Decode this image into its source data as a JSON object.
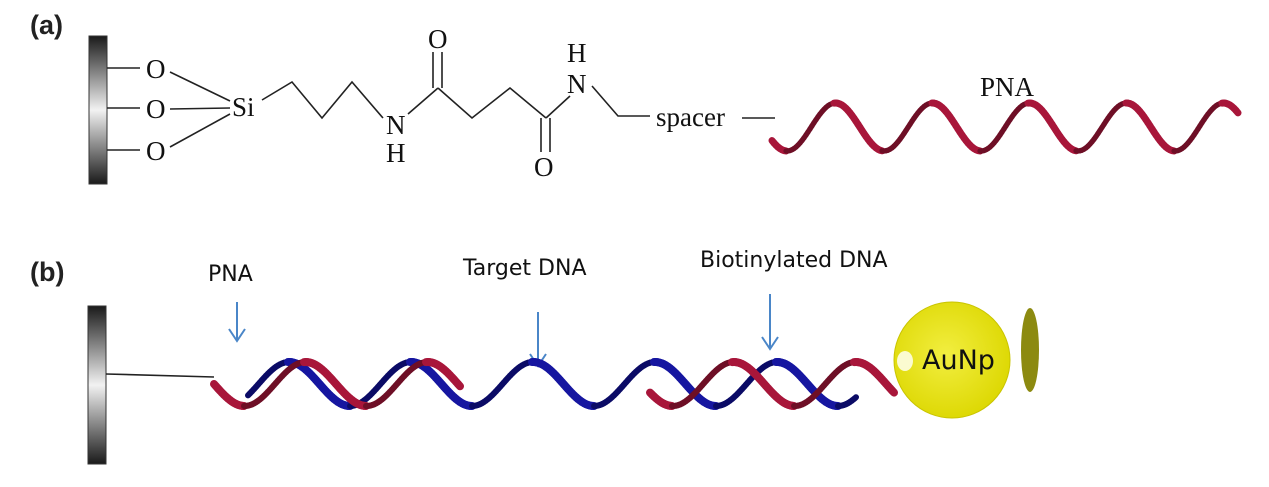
{
  "panels": {
    "a": {
      "label": "(a)",
      "atoms": {
        "o1": "O",
        "o2": "O",
        "o3": "O",
        "si": "Si",
        "n1": "N",
        "h1": "H",
        "o_top": "O",
        "o_bottom": "O",
        "h2": "H",
        "n2": "N"
      },
      "spacer": "spacer",
      "pna_label": "PNA"
    },
    "b": {
      "label": "(b)",
      "pna_label": "PNA",
      "target_label": "Target DNA",
      "biotin_label": "Biotinylated DNA",
      "particle_label": "AuNp"
    }
  },
  "colors": {
    "pna_strand": "#a8163a",
    "pna_strand_dark": "#6e0f26",
    "dna_strand": "#1616a0",
    "dna_strand_dark": "#0b0b66",
    "arrow": "#4a86c8",
    "nanoparticle": "#e8e41a",
    "nanoparticle_shadow": "#8c8a10",
    "surface": "#555555"
  }
}
